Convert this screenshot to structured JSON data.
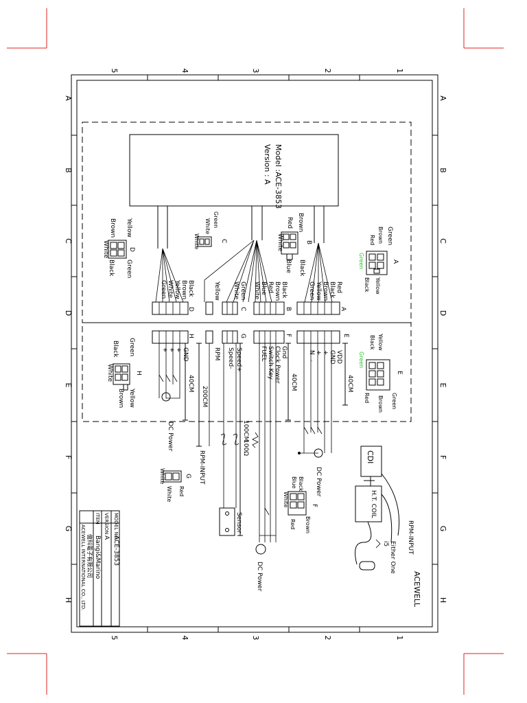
{
  "sheet": {
    "top_numbers": [
      "5",
      "4",
      "3",
      "2",
      "1"
    ],
    "bottom_numbers": [
      "5",
      "4",
      "3",
      "2",
      "1"
    ],
    "side_letters": [
      "A",
      "B",
      "C",
      "D",
      "E",
      "F",
      "G",
      "H"
    ]
  },
  "controller": {
    "model_line": "Model :ACE-3853",
    "version_line": "Version : A"
  },
  "harness_A": {
    "wires": [
      "Red",
      "Black",
      "Brown",
      "Yellow",
      "Green"
    ],
    "connector_label": "A",
    "plug_colors": [
      "Green",
      "Brown",
      "Red",
      "Black",
      "Yellow"
    ],
    "plug_green_label": "Green"
  },
  "harness_B": {
    "wires": [
      "Black",
      "Brown",
      "Red",
      "Blue",
      "White"
    ],
    "connector_label": "B",
    "plug_colors": [
      "Brown",
      "Red",
      "White",
      "Blue",
      "Black"
    ]
  },
  "harness_C": {
    "wires": [
      "Green",
      "White",
      "Yellow"
    ],
    "connector_label": "C",
    "plug_colors": [
      "Green",
      "White",
      "White"
    ]
  },
  "harness_D": {
    "wires": [
      "Black",
      "Brown",
      "Yellow",
      "White",
      "Green"
    ],
    "connector_label": "D",
    "plug_colors": [
      "Yellow",
      "Brown",
      "White",
      "Green",
      "Black"
    ]
  },
  "circuit_E": {
    "connector_label": "E",
    "pins": [
      "VDD",
      "GND",
      "+",
      "+",
      "N",
      "-"
    ],
    "length": "40CM",
    "plug_colors": [
      "Yellow",
      "Black",
      "Green",
      "Red",
      "Brown",
      "Green"
    ],
    "plug_green_label": "Green"
  },
  "circuit_F": {
    "connector_label": "F",
    "pins": [
      "Gnd",
      "Clock Power",
      "Switch Key",
      "FUEL"
    ],
    "length": "40CM",
    "resistor": "100Ω",
    "plug_colors": [
      "Black",
      "Blue",
      "White",
      "Red",
      "Brown"
    ]
  },
  "circuit_G": {
    "connector_label": "G",
    "pins": [
      "Speed+",
      "Speed-"
    ],
    "length": "100CM",
    "sensor": "Sensor",
    "plug_colors": [
      "White",
      "White",
      "Red"
    ]
  },
  "circuit_RPM": {
    "label": "RPM",
    "length": "200CM",
    "input_label": "RPM-INPUT"
  },
  "circuit_H": {
    "connector_label": "H",
    "pins": [
      "GND",
      "+",
      "+",
      "+"
    ],
    "length": "40CM",
    "plug_colors": [
      "Green",
      "Black",
      "White",
      "Yellow",
      "Brown"
    ]
  },
  "power": {
    "dc_power_1": "DC Power",
    "dc_power_2": "DC Power",
    "dc_power_3": "DC Power"
  },
  "ignition": {
    "cdi": "CDI",
    "coil": "H.T. COIL",
    "rpm_input": "RPM-INPUT",
    "either_one_1": "Either One",
    "either_one_2": "i5",
    "brand": "ACEWELL"
  },
  "title_block": {
    "model_label": "MODEL NO.",
    "model_value": "ACE-3853",
    "version_label": "VERSION",
    "version_value": "A",
    "item_label": "ITEM",
    "item_value": "Bangi&Marino",
    "company_cn": "億科電子有限公司",
    "company_en": "ACEWELL INTERNATIONAL CO., LTD."
  },
  "colors": {
    "crop_marks": "#e02020",
    "highlight_green": "#22c522",
    "highlight_red": "#e53030",
    "line": "#000000"
  }
}
